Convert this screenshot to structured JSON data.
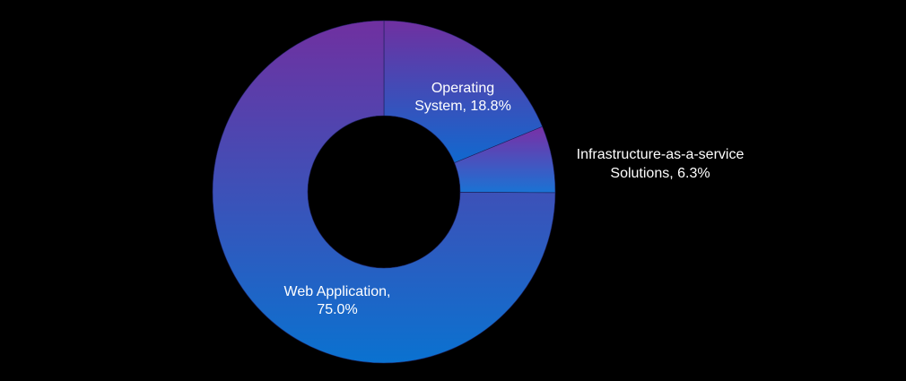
{
  "chart_data": {
    "type": "pie",
    "style": "donut",
    "title": "",
    "slices": [
      {
        "name": "Operating System",
        "value": 18.8,
        "label_line1": "Operating",
        "label_line2": "System, 18.8%",
        "color_top": "#1e6fd0",
        "color_bottom": "#7030a0"
      },
      {
        "name": "Infrastructure-as-a-service Solutions",
        "value": 6.3,
        "label_line1": "Infrastructure-as-a-service",
        "label_line2": "Solutions, 6.3%",
        "color_top": "#2f6fd0",
        "color_bottom": "#7030a0"
      },
      {
        "name": "Web Application",
        "value": 75.0,
        "label_line1": "Web Application,",
        "label_line2": "75.0%",
        "color_top": "#7030a0",
        "color_bottom": "#0a72d0"
      }
    ],
    "background": "#000000",
    "legend": "none"
  }
}
